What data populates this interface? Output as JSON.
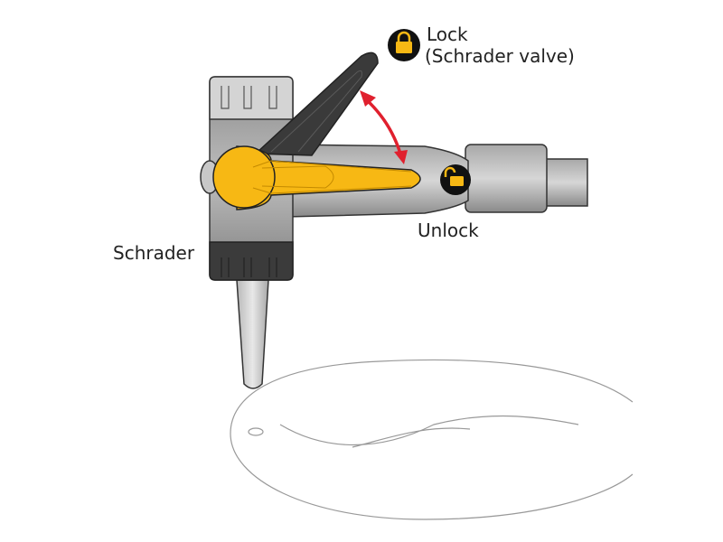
{
  "labels": {
    "lock": "Lock",
    "lock_sub": "(Schrader valve)",
    "unlock": "Unlock",
    "schrader": "Schrader"
  },
  "icons": {
    "lock": "padlock-closed-icon",
    "unlock": "padlock-open-icon"
  },
  "colors": {
    "lever_yellow": "#f7b814",
    "lever_dark": "#3a3a3a",
    "arrow_red": "#e0202e",
    "body_gray": "#9a9a9a"
  }
}
